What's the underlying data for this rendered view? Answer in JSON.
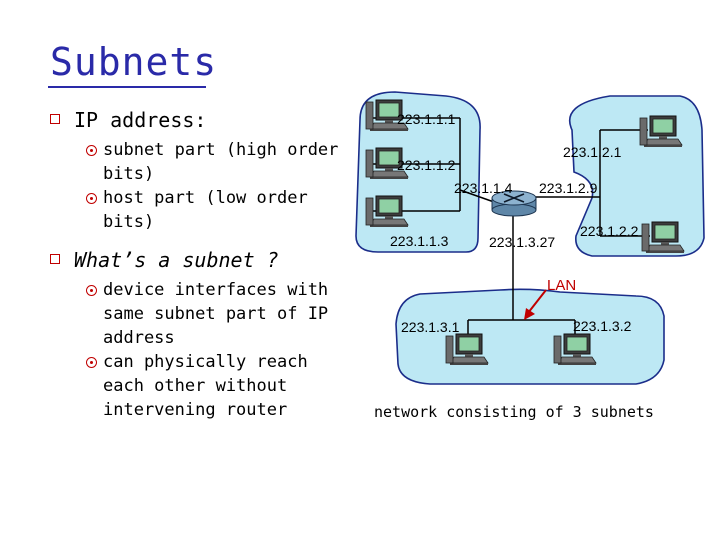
{
  "title": "Subnets",
  "bullets": [
    {
      "text": "IP address:",
      "sub": [
        "subnet part (high order bits)",
        "host part (low order bits)"
      ]
    },
    {
      "text": "What’s a subnet ?",
      "sub": [
        "device interfaces with same subnet part of IP address",
        "can physically reach each other without intervening router"
      ]
    }
  ],
  "diagram": {
    "labels": {
      "h1": "223.1.1.1",
      "r1": "223.1.2.1",
      "h2": "223.1.1.2",
      "rif1": "223.1.1.4",
      "rif2": "223.1.2.9",
      "h3": "223.1.1.3",
      "rif3": "223.1.3.27",
      "h4": "223.1.2.2",
      "lan": "LAN",
      "h5": "223.1.3.1",
      "h6": "223.1.3.2"
    },
    "caption": "network consisting of 3 subnets",
    "colors": {
      "cloud": "#bde8f4",
      "cloud_border": "#1b2d8a",
      "marker": "#c00000",
      "title": "#2a2aa8"
    },
    "icons": [
      "workstation-icon",
      "router-icon",
      "red-arrow-icon"
    ]
  }
}
